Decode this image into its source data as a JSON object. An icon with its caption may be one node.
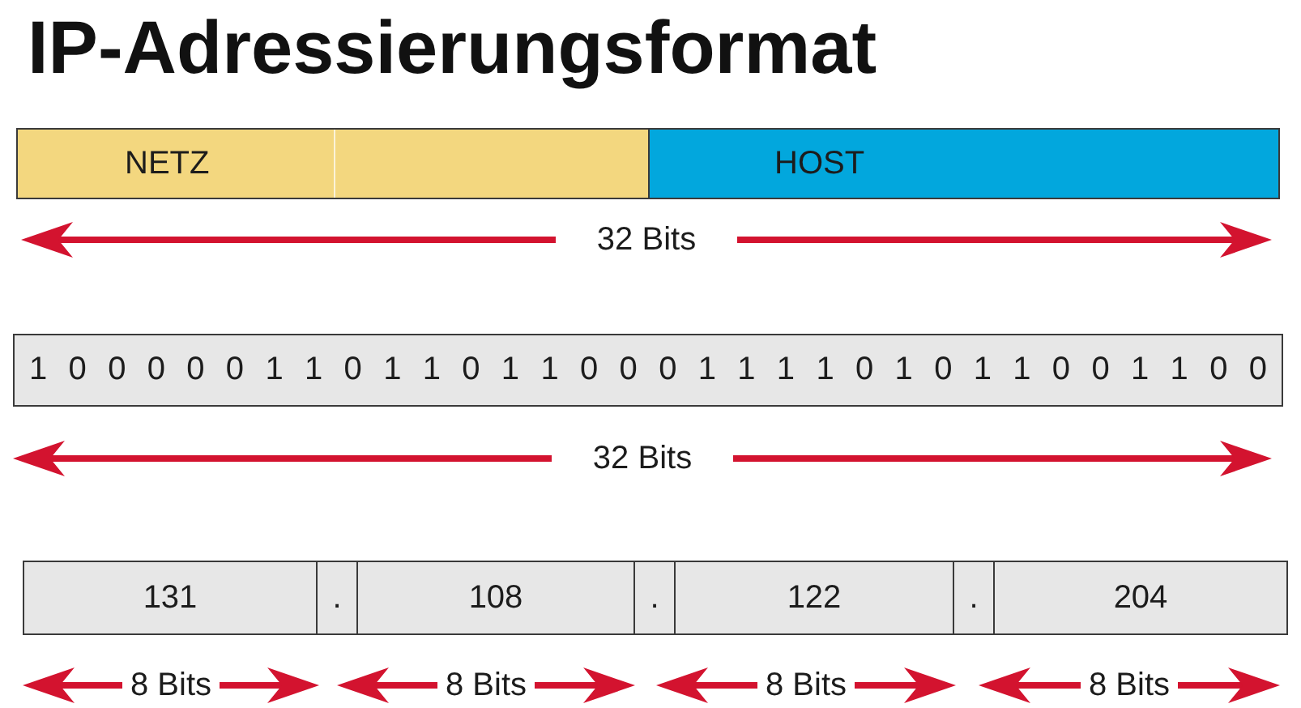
{
  "diagram": {
    "title": "IP-Adressierungsformat",
    "nodes": [
      {
        "text": [
          "NETZ"
        ]
      },
      {
        "text": [
          "HOST"
        ]
      },
      {
        "text": [
          "1 0 0 0 0 0 1 1 0 1 1 0 1 1 0 0 0 1 1 1 1 0 1 0 1 1 0 0 1 1 0 0"
        ],
        "beside": [
          "32 Bits"
        ]
      },
      {
        "text": [
          "131"
        ],
        "beside": [
          "8 Bits"
        ]
      },
      {
        "text": [
          "."
        ]
      },
      {
        "text": [
          "108"
        ],
        "beside": [
          "8 Bits"
        ]
      },
      {
        "text": [
          "."
        ]
      },
      {
        "text": [
          "122"
        ],
        "beside": [
          "8 Bits"
        ]
      },
      {
        "text": [
          "."
        ]
      },
      {
        "text": [
          "204"
        ],
        "beside": [
          "8 Bits"
        ]
      }
    ],
    "labels": [
      "32 Bits"
    ]
  }
}
